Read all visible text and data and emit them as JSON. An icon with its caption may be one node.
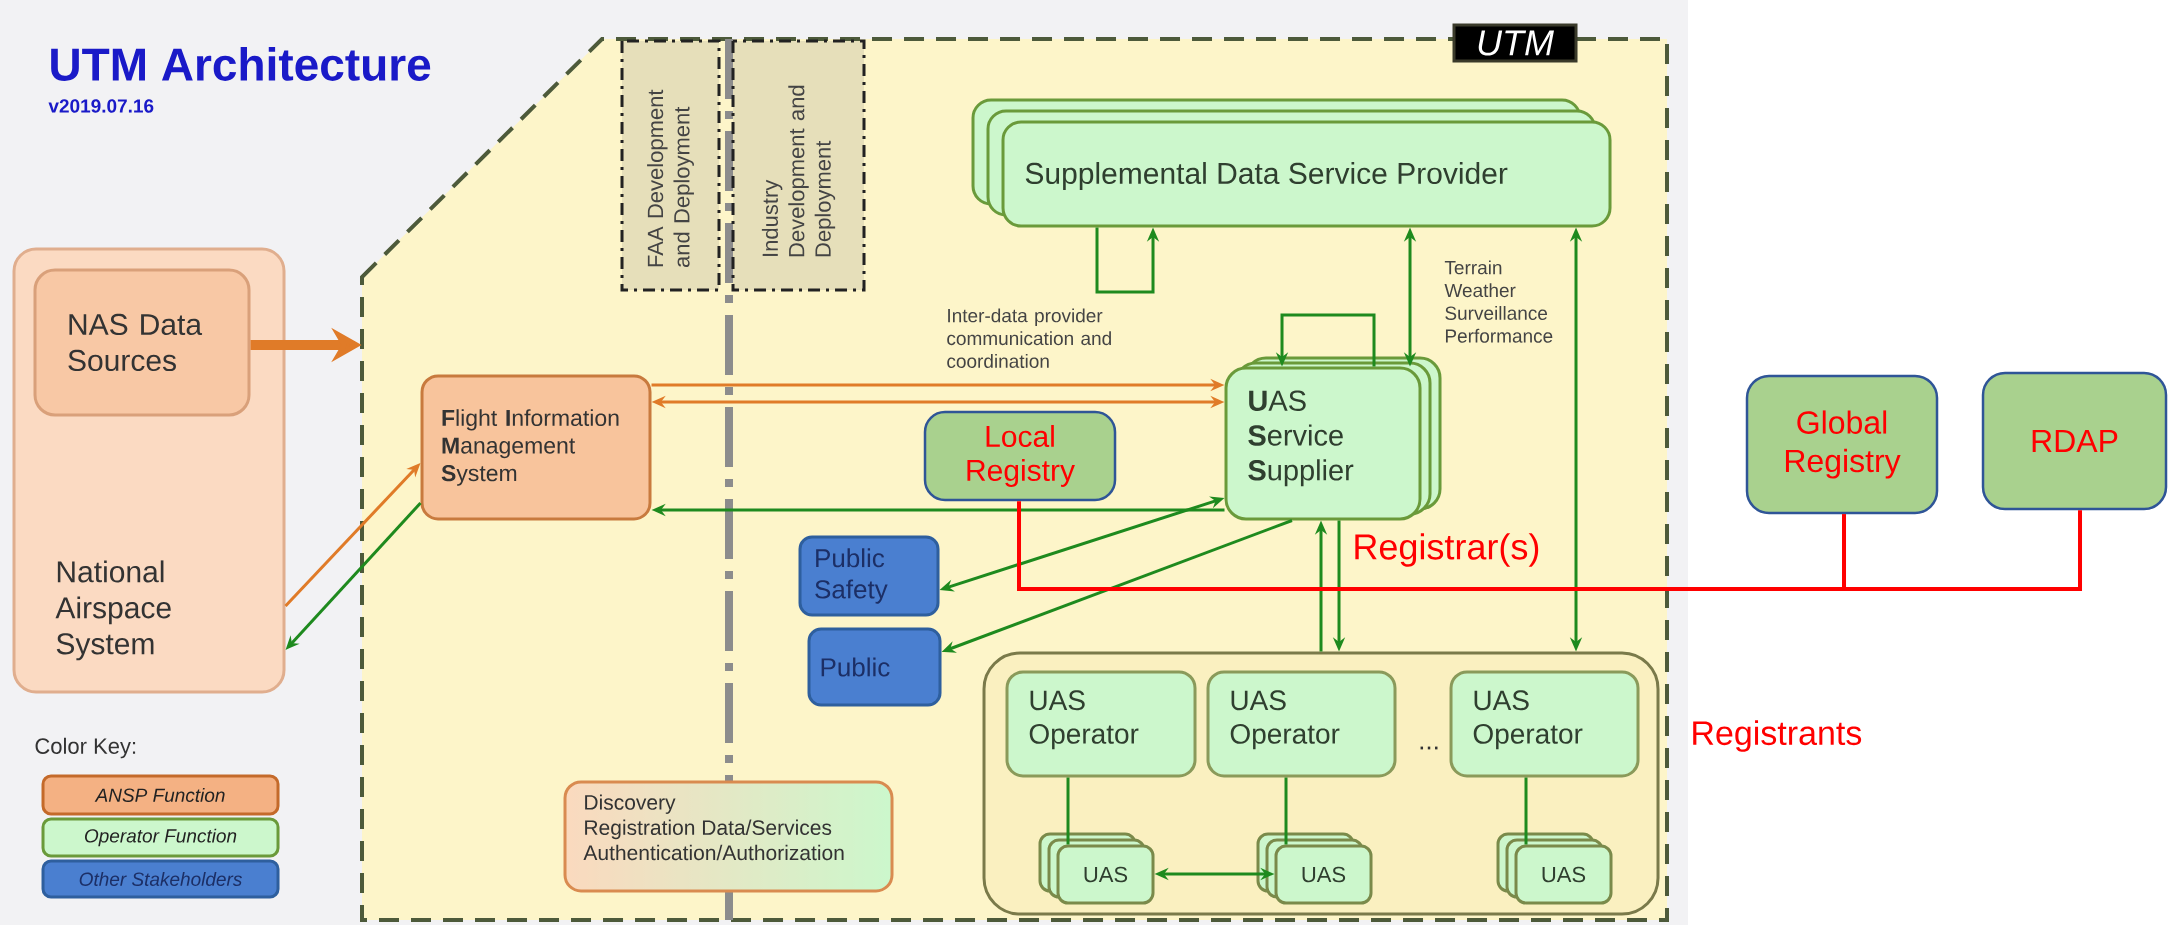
{
  "diagram": {
    "title": "UTM Architecture",
    "nodes": [
      {
        "text": [
          "UTM"
        ]
      },
      {
        "text": [
          "National Airspace System"
        ]
      },
      {
        "text": [
          "NAS Data Sources"
        ],
        "in": 1
      },
      {
        "text": [
          "FAA Development and Deployment"
        ],
        "in": 0
      },
      {
        "text": [
          "Industry Development and Deployment"
        ],
        "in": 0
      },
      {
        "text": [
          "Supplemental Data Service Provider"
        ],
        "in": 0
      },
      {
        "text": [
          "**F**light **I**nformation **M**anagement **S**ystem"
        ],
        "in": 0
      },
      {
        "text": [
          "Local Registry"
        ],
        "in": 0
      },
      {
        "text": [
          "**U**AS **S**ervice **S**upplier"
        ],
        "in": 0
      },
      {
        "text": [
          "Public Safety"
        ],
        "in": 0
      },
      {
        "text": [
          "Public"
        ],
        "in": 0
      },
      {
        "text": [
          "Discovery",
          "Registration Data/Services",
          "Authentication/Authorization"
        ],
        "in": 0
      },
      {
        "text": [],
        "shape": "box",
        "in": 0
      },
      {
        "text": [
          "UAS Operator"
        ],
        "in": 12
      },
      {
        "text": [
          "UAS Operator"
        ],
        "in": 12
      },
      {
        "text": [
          "UAS Operator"
        ],
        "in": 12
      },
      {
        "text": [
          "UAS"
        ],
        "in": 12
      },
      {
        "text": [
          "UAS"
        ],
        "in": 12
      },
      {
        "text": [
          "UAS"
        ],
        "in": 12
      },
      {
        "text": [
          "Global Registry"
        ]
      },
      {
        "text": [
          "RDAP"
        ]
      }
    ],
    "edges": [
      {
        "from": 2,
        "to": 0,
        "arrow": "to",
        "style": "thick",
        "color": "#e07b28"
      },
      {
        "from": 1,
        "to": 6,
        "arrow": "to",
        "color": "#e07b28"
      },
      {
        "from": 6,
        "to": 1,
        "arrow": "to"
      },
      {
        "from": 6,
        "to": 8,
        "arrow": "to",
        "color": "#e07b28"
      },
      {
        "from": 6,
        "to": 8,
        "arrow": "both",
        "color": "#e07b28"
      },
      {
        "from": 8,
        "to": 6,
        "arrow": "to"
      },
      {
        "from": 5,
        "to": 5,
        "arrow": "to",
        "label": "Inter-data provider communication and coordination"
      },
      {
        "from": 8,
        "to": 8,
        "arrow": "to"
      },
      {
        "from": 5,
        "to": 8,
        "arrow": "both",
        "label": "Terrain Weather Surveillance Performance"
      },
      {
        "from": 5,
        "to": 12,
        "arrow": "both"
      },
      {
        "from": 8,
        "to": 9,
        "arrow": "both"
      },
      {
        "from": 8,
        "to": 10,
        "arrow": "to"
      },
      {
        "from": 12,
        "to": 8,
        "arrow": "to"
      },
      {
        "from": 8,
        "to": 12,
        "arrow": "to"
      },
      {
        "from": 13,
        "to": 16,
        "arrow": "none"
      },
      {
        "from": 14,
        "to": 17,
        "arrow": "none"
      },
      {
        "from": 15,
        "to": 18,
        "arrow": "none"
      },
      {
        "from": 16,
        "to": 17,
        "arrow": "both"
      },
      {
        "from": 7,
        "to": 19,
        "arrow": "none",
        "color": "#ff0000"
      },
      {
        "from": 19,
        "to": 20,
        "arrow": "none",
        "color": "#ff0000"
      }
    ],
    "labels": [
      "v2019.07.16",
      "Registrar(s)",
      "...",
      "Registrants",
      "Color Key:"
    ],
    "legend": [
      {
        "text": "ANSP Function",
        "color": "#f4b183"
      },
      {
        "text": "Operator Function",
        "color": "#ccf7cc"
      },
      {
        "text": "Other Stakeholders",
        "color": "#4a7fd0"
      }
    ]
  }
}
